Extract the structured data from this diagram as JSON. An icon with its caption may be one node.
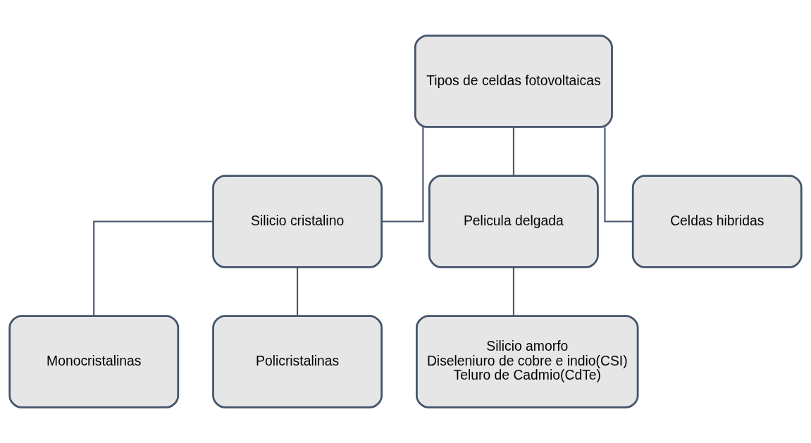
{
  "diagram": {
    "nodes": [
      {
        "text": [
          "Tipos de celdas fotovoltaicas"
        ]
      },
      {
        "text": [
          "Silicio cristalino"
        ]
      },
      {
        "text": [
          "Pelicula delgada"
        ]
      },
      {
        "text": [
          "Celdas hibridas"
        ]
      },
      {
        "text": [
          "Monocristalinas"
        ]
      },
      {
        "text": [
          "Policristalinas"
        ]
      },
      {
        "text": [
          "Silicio amorfo",
          "Diseleniuro de cobre e indio(CSI)",
          "Teluro de Cadmio(CdTe)"
        ]
      }
    ],
    "edges": [
      {
        "from": 0,
        "to": 1,
        "arrow": "none"
      },
      {
        "from": 0,
        "to": 2,
        "arrow": "none"
      },
      {
        "from": 0,
        "to": 3,
        "arrow": "none"
      },
      {
        "from": 1,
        "to": 4,
        "arrow": "none"
      },
      {
        "from": 1,
        "to": 5,
        "arrow": "none"
      },
      {
        "from": 2,
        "to": 6,
        "arrow": "none"
      }
    ]
  }
}
